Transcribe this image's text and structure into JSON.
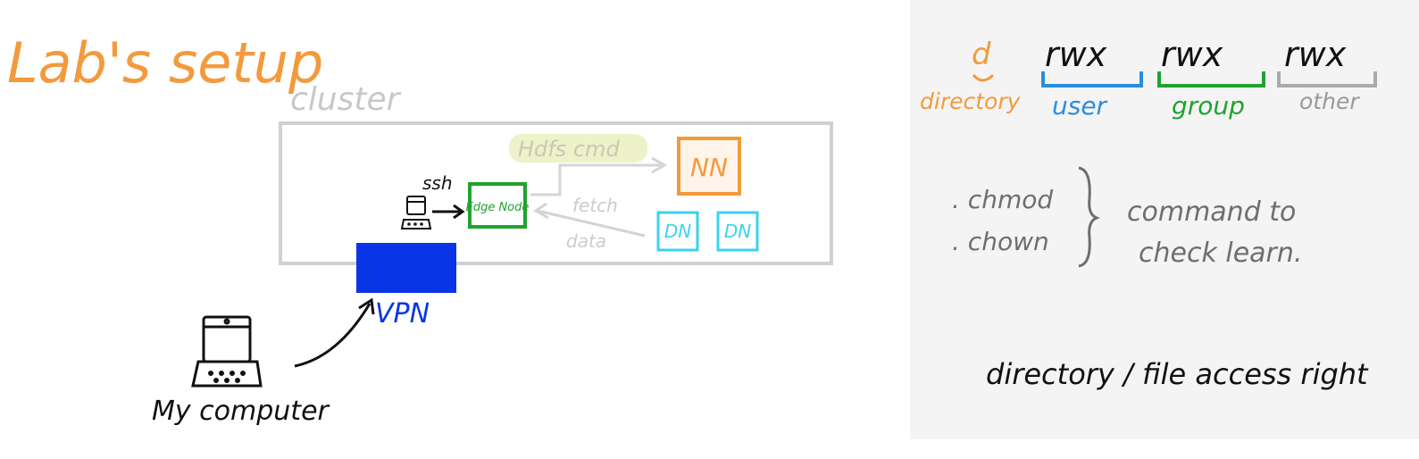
{
  "title": "Lab's setup",
  "colors": {
    "orange": "#f39a3c",
    "grey": "#c8c8c8",
    "darkgrey": "#6e6e6e",
    "green": "#1fa32f",
    "blue": "#0a35e6",
    "cyan": "#39d2f0",
    "lightblue": "#2a8de0",
    "hdfs_highlight": "#eef2c8",
    "panel": "#f4f4f4",
    "black": "#111111"
  },
  "diagram": {
    "cluster_label": "cluster",
    "hdfs_label": "Hdfs cmd",
    "nn_label": "NN",
    "dn_label": "DN",
    "edge_node_label": "Edge Node",
    "ssh_label": "ssh",
    "fetch_label": "fetch",
    "data_label": "data",
    "vpn_label": "VPN",
    "my_computer_label": "My computer"
  },
  "notes": {
    "d_label": "d",
    "directory_label": "directory",
    "rwx": "rwx",
    "user_label": "user",
    "group_label": "group",
    "other_label": "other",
    "cmd1": ". chmod",
    "cmd2": ". chown",
    "cmd_desc_line1": "command to",
    "cmd_desc_line2": "check learn.",
    "access_right": "directory / file access right"
  }
}
